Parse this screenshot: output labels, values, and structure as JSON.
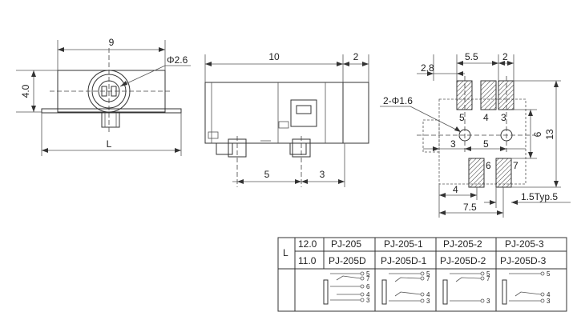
{
  "front_view": {
    "width": "9",
    "hole_diameter": "Φ2.6",
    "height": "4.0",
    "length": "L"
  },
  "side_view": {
    "body_length": "10",
    "nose_length": "2",
    "pin_spacing_a": "5",
    "pin_spacing_b": "3"
  },
  "footprint": {
    "top_spacing": "5.5",
    "top_pitch": "2",
    "left_offset": "2.8",
    "hole_callout": "2-Φ1.6",
    "hole_offset": "3",
    "hole_spacing": "5",
    "height": "13",
    "row_spacing": "6",
    "bottom_left": "4",
    "bottom_total": "7.5",
    "pad_width": "1.5Typ.5",
    "pin_labels": {
      "p5": "5",
      "p4": "4",
      "p3": "3",
      "p6": "6",
      "p7": "7",
      "h5": "5",
      "h3": "3"
    }
  },
  "table": {
    "header_l": "L",
    "rows": [
      {
        "l": "12.0",
        "c1": "PJ-205",
        "c2": "PJ-205-1",
        "c3": "PJ-205-2",
        "c4": "PJ-205-3"
      },
      {
        "l": "11.0",
        "c1": "PJ-205D",
        "c2": "PJ-205D-1",
        "c3": "PJ-205D-2",
        "c4": "PJ-205D-3"
      }
    ],
    "schematics": [
      [
        "5",
        "7",
        "6",
        "4",
        "3"
      ],
      [
        "5",
        "7",
        "4",
        "3"
      ],
      [
        "5",
        "7",
        "3"
      ],
      [
        "5",
        "4",
        "3"
      ]
    ]
  }
}
